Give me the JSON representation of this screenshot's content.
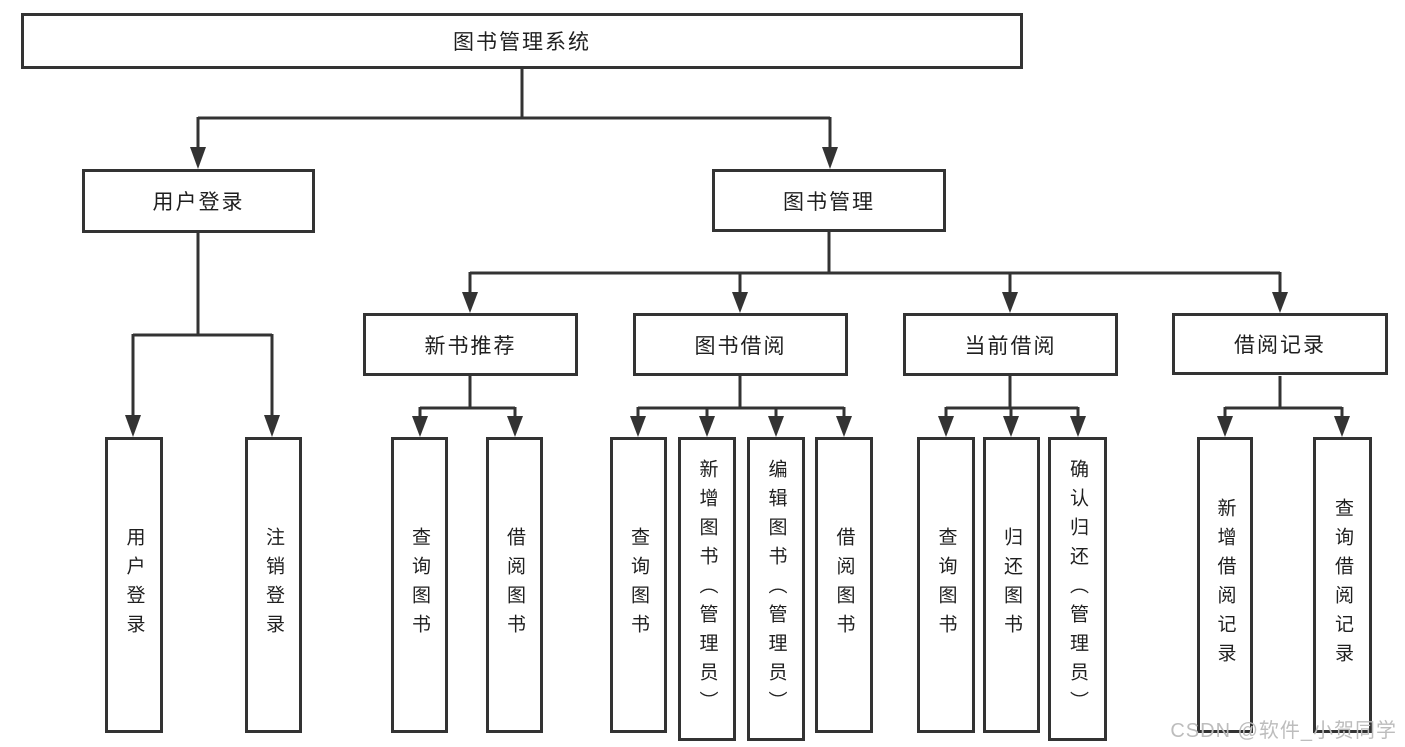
{
  "nodes": {
    "root": {
      "label": "图书管理系统"
    },
    "level2": [
      {
        "label": "用户登录"
      },
      {
        "label": "图书管理"
      }
    ],
    "level3": [
      {
        "label": "新书推荐"
      },
      {
        "label": "图书借阅"
      },
      {
        "label": "当前借阅"
      },
      {
        "label": "借阅记录"
      }
    ],
    "leaves": [
      {
        "label": "用户登录"
      },
      {
        "label": "注销登录"
      },
      {
        "label": "查询图书"
      },
      {
        "label": "借阅图书"
      },
      {
        "label": "查询图书"
      },
      {
        "label": "新增图书（管理员）"
      },
      {
        "label": "编辑图书（管理员）"
      },
      {
        "label": "借阅图书"
      },
      {
        "label": "查询图书"
      },
      {
        "label": "归还图书"
      },
      {
        "label": "确认归还（管理员）"
      },
      {
        "label": "新增借阅记录"
      },
      {
        "label": "查询借阅记录"
      }
    ]
  },
  "watermark": "CSDN @软件_小贺同学",
  "colors": {
    "line": "#333333",
    "box_border": "#333333",
    "box_background": "#ffffff",
    "text": "#1f1f1f",
    "watermark": "#bdbdbd",
    "page_background": "#ffffff"
  }
}
